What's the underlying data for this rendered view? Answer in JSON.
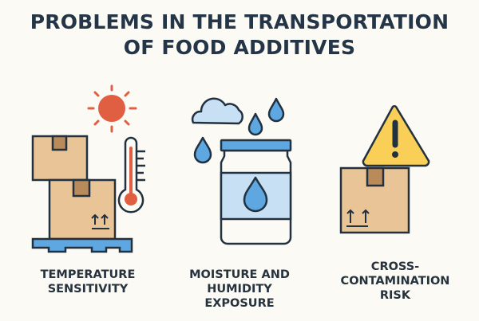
{
  "title": {
    "line1": "PROBLEMS IN THE TRANSPORTATION",
    "line2": "OF FOOD ADDITIVES"
  },
  "items": [
    {
      "icon": "boxes-pallet-sun-thermometer-icon",
      "label_lines": [
        "TEMPERATURE",
        "SENSITIVITY"
      ]
    },
    {
      "icon": "jar-cloud-water-drops-icon",
      "label_lines": [
        "MOISTURE AND",
        "HUMIDITY",
        "EXPOSURE"
      ]
    },
    {
      "icon": "box-warning-triangle-icon",
      "label_lines": [
        "CROSS-",
        "CONTAMINATION",
        "RISK"
      ]
    }
  ],
  "colors": {
    "background": "#fcfaf4",
    "title": "#233546",
    "outline": "#223140",
    "cardboard": "#e8c496",
    "tape": "#b98a5a",
    "sun_red": "#e05f42",
    "pallet_blue": "#5ea7e0",
    "light_blue": "#c7e0f4",
    "drop_blue": "#5ea7e0",
    "warning_yellow": "#f9cf57"
  }
}
